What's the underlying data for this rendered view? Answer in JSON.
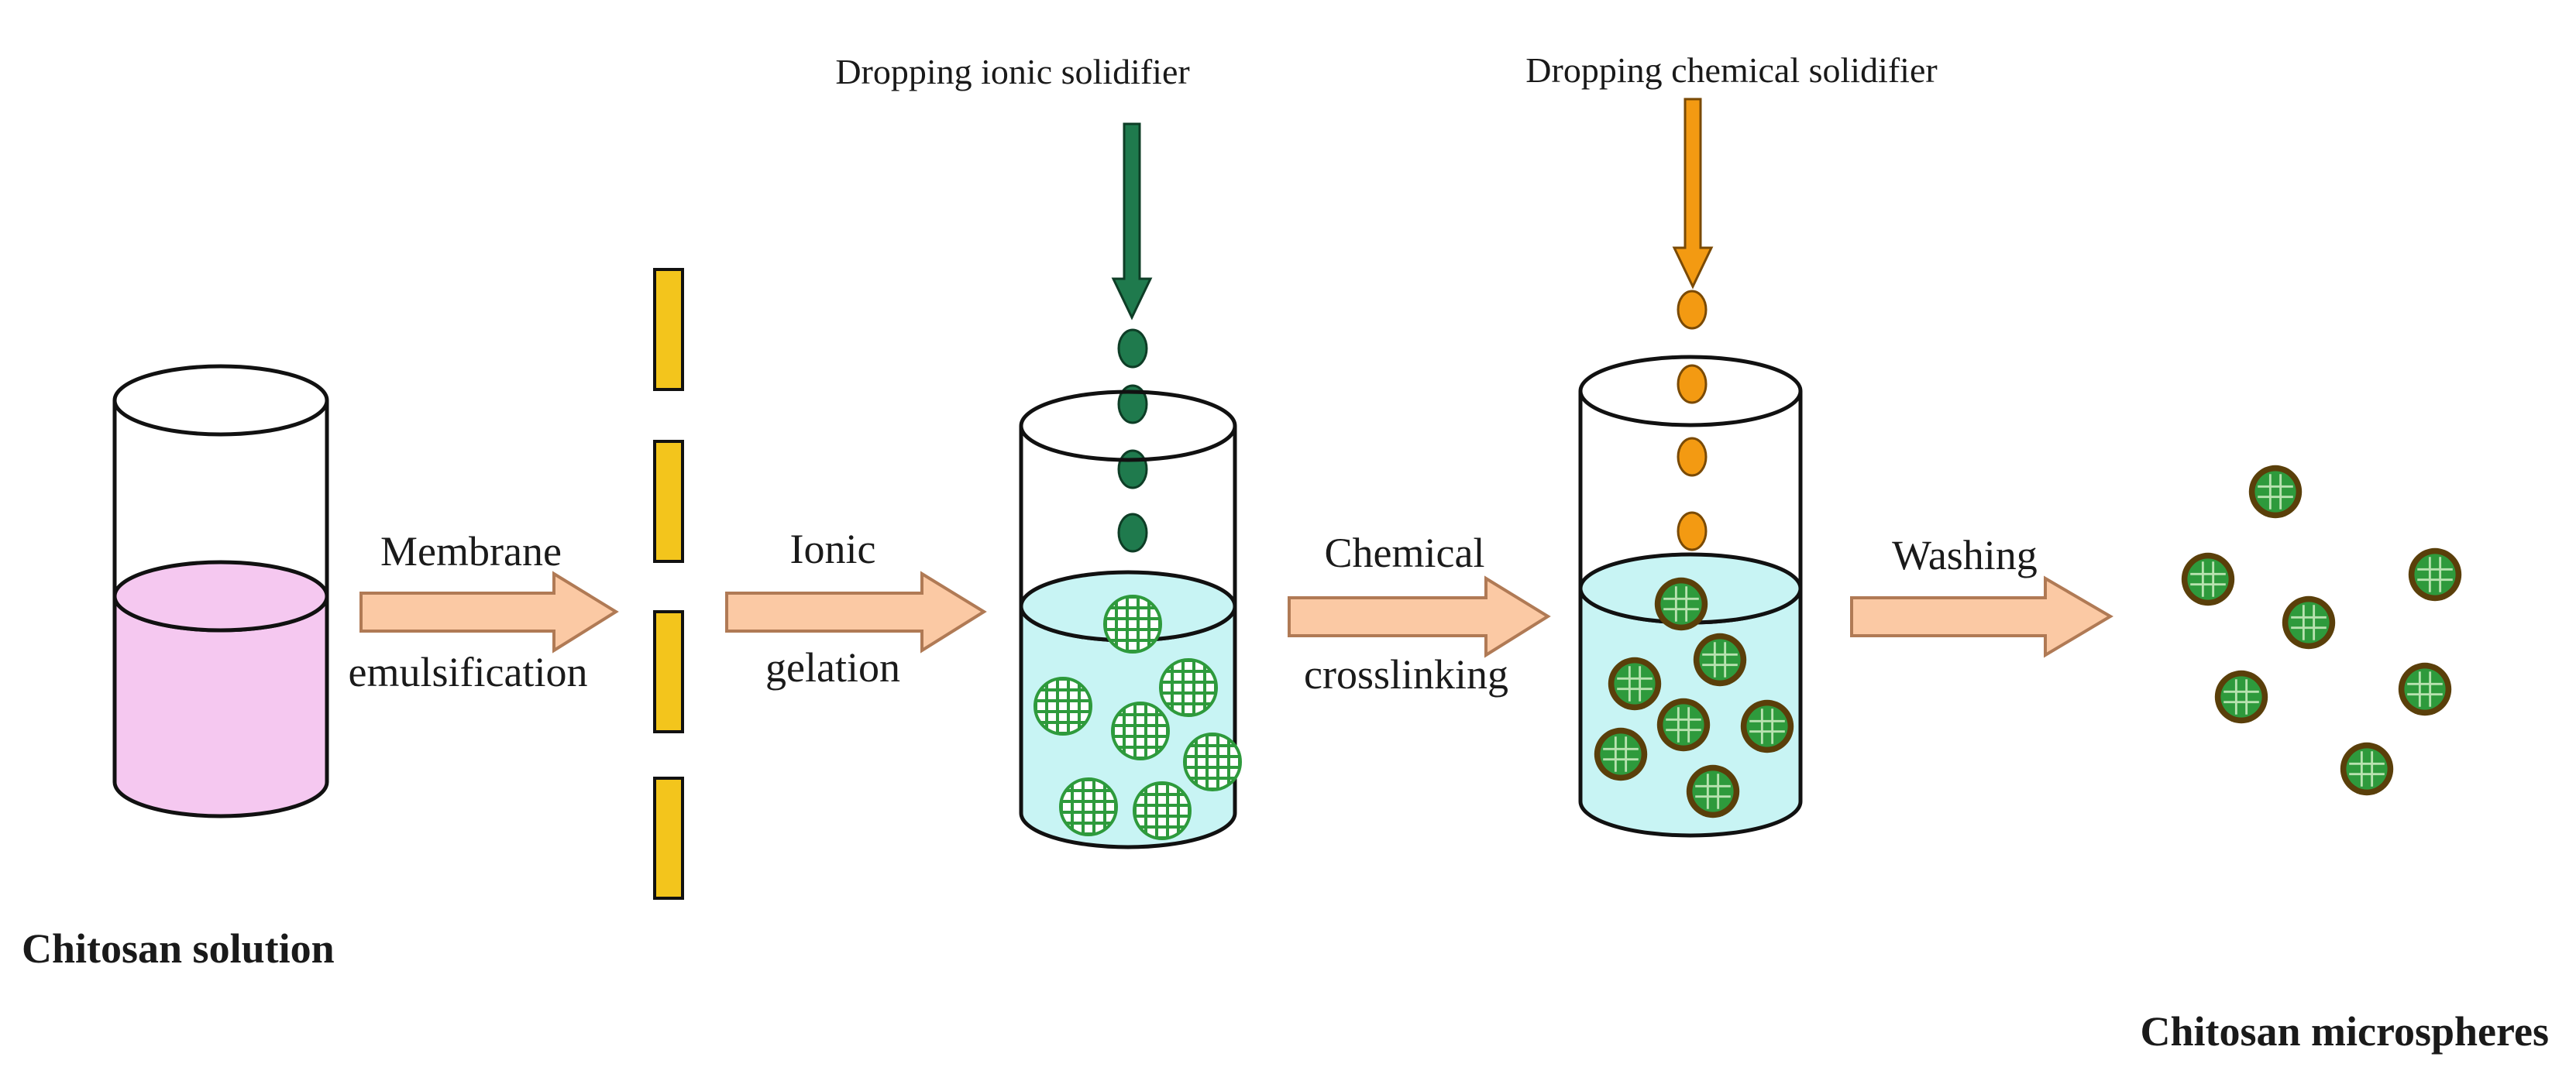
{
  "labels": {
    "dropping_ionic": "Dropping ionic solidifier",
    "dropping_chemical": "Dropping chemical solidifier",
    "membrane": "Membrane",
    "emulsification": "emulsification",
    "ionic": "Ionic",
    "gelation": "gelation",
    "chemical": "Chemical",
    "crosslinking": "crosslinking",
    "washing": "Washing",
    "chitosan_solution": "Chitosan solution",
    "chitosan_microspheres": "Chitosan microspheres"
  },
  "colors": {
    "chitosan_solution_fill": "#f5c8f0",
    "medium_fill": "#c8f4f4",
    "process_arrow": "#fbc9a4",
    "process_arrow_stroke": "#b07a55",
    "membrane_bar": "#f3c51c",
    "ionic_drop": "#1f7a4d",
    "chemical_drop": "#f39a12",
    "gel_particle": "#2e9a3c",
    "crosslinked_rim": "#5a3f0a"
  },
  "icons": {
    "beaker_1": "beaker-icon",
    "membrane": "porous-membrane-icon",
    "ionic_dropper": "down-arrow-icon",
    "chemical_dropper": "down-arrow-icon",
    "gel_particle": "meshed-sphere-icon",
    "microsphere": "crosslinked-microsphere-icon"
  }
}
